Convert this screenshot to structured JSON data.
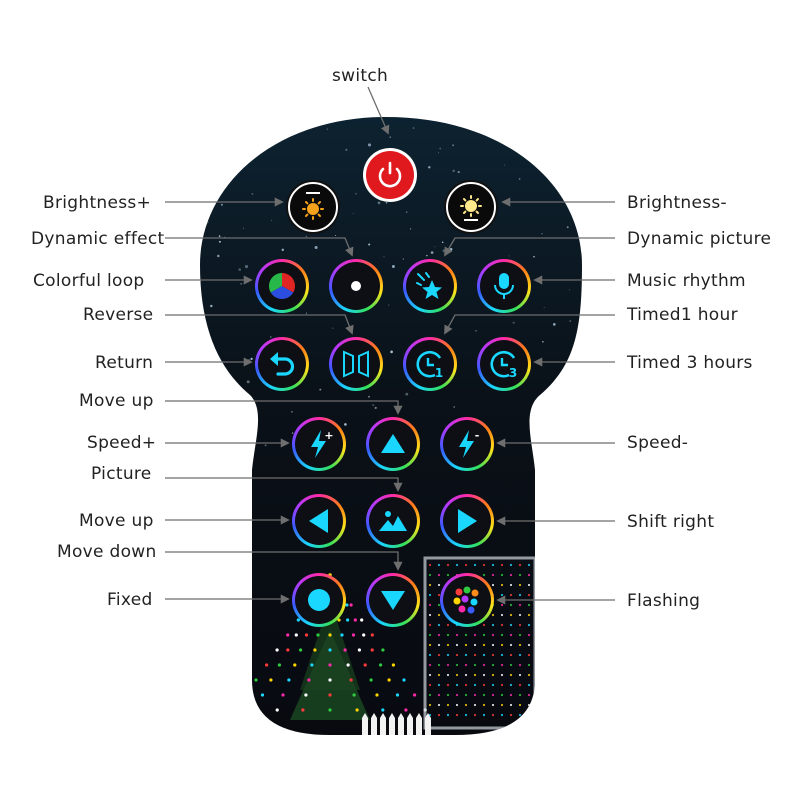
{
  "labels": {
    "switch": "switch",
    "brightness_plus": "Brightness+",
    "brightness_minus": "Brightness-",
    "dynamic_effect": "Dynamic effect",
    "dynamic_picture": "Dynamic picture",
    "colorful_loop": "Colorful loop",
    "music_rhythm": "Music rhythm",
    "reverse": "Reverse",
    "timed_1_hour": "Timed1 hour",
    "return": "Return",
    "timed_3_hours": "Timed 3 hours",
    "move_up_1": "Move up",
    "speed_plus": "Speed+",
    "speed_minus": "Speed-",
    "picture": "Picture",
    "move_up_2": "Move up",
    "shift_right": "Shift right",
    "move_down": "Move down",
    "fixed": "Fixed",
    "flashing": "Flashing"
  },
  "buttons": {
    "power": {
      "icon": "power-icon"
    },
    "brightness_plus": {
      "icon": "sun-icon"
    },
    "brightness_minus": {
      "icon": "sun-icon"
    },
    "colorful_loop": {
      "icon": "rgb-wheel-icon"
    },
    "dynamic_effect": {
      "icon": "color-circle-icon"
    },
    "dynamic_picture": {
      "icon": "shooting-star-icon"
    },
    "music_rhythm": {
      "icon": "microphone-icon"
    },
    "return": {
      "icon": "return-arrow-icon"
    },
    "reverse": {
      "icon": "reverse-frames-icon"
    },
    "timed_1": {
      "icon": "clock-1-icon",
      "badge": "1"
    },
    "timed_3": {
      "icon": "clock-3-icon",
      "badge": "3"
    },
    "speed_plus": {
      "icon": "lightning-plus-icon",
      "badge": "+"
    },
    "move_up": {
      "icon": "triangle-up-icon"
    },
    "speed_minus": {
      "icon": "lightning-minus-icon",
      "badge": "-"
    },
    "move_left": {
      "icon": "triangle-left-icon"
    },
    "picture": {
      "icon": "mountain-picture-icon"
    },
    "shift_right": {
      "icon": "triangle-right-icon"
    },
    "fixed": {
      "icon": "dot-icon"
    },
    "move_down": {
      "icon": "triangle-down-icon"
    },
    "flashing": {
      "icon": "multicolor-dots-icon"
    }
  },
  "colors": {
    "accent_cyan": "#1ad7ff",
    "power_red": "#e0191f",
    "remote_bg": "#0d1620",
    "arrow_gray": "#6e6e6e"
  }
}
